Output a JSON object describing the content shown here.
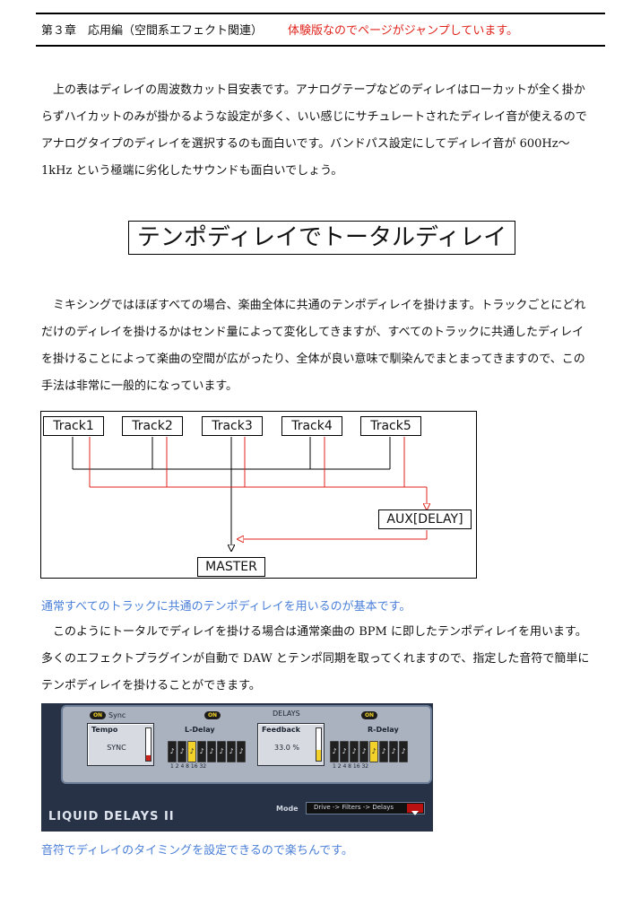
{
  "header": {
    "chapter": "第３章　応用編（空間系エフェクト関連）",
    "notice": "体験版なのでページがジャンプしています。"
  },
  "intro_paragraph": {
    "lines": [
      "上の表はディレイの周波数カット目安表です。アナログテープなどのディレイはローカットが全く掛か",
      "らずハイカットのみが掛かるような設定が多く、いい感じにサチュレートされたディレイ音が使えるので",
      "アナログタイプのディレイを選択するのも面白いです。バンドパス設定にしてディレイ音が 600Hz〜",
      "1kHz という極端に劣化したサウンドも面白いでしょう。"
    ]
  },
  "section_title": "テンポディレイでトータルディレイ",
  "paragraph2": {
    "lines": [
      "ミキシングではほぼすべての場合、楽曲全体に共通のテンポディレイを掛けます。トラックごとにどれ",
      "だけのディレイを掛けるかはセンド量によって変化してきますが、すべてのトラックに共通したディレイ",
      "を掛けることによって楽曲の空間が広がったり、全体が良い意味で馴染んでまとまってきますので、この",
      "手法は非常に一般的になっています。"
    ]
  },
  "diagram": {
    "tracks": [
      "Track1",
      "Track2",
      "Track3",
      "Track4",
      "Track5"
    ],
    "aux": "AUX[DELAY]",
    "master": "MASTER",
    "colors": {
      "dry": "#000000",
      "send": "#e0231c"
    }
  },
  "caption1": "通常すべてのトラックに共通のテンポディレイを用いるのが基本です。",
  "paragraph3": {
    "lines": [
      "このようにトータルでディレイを掛ける場合は通常楽曲の BPM に即したテンポディレイを用います。",
      "多くのエフェクトプラグインが自動で DAW とテンポ同期を取ってくれますので、指定した音符で簡単に",
      "テンポディレイを掛けることができます。"
    ]
  },
  "plugin": {
    "sync_on": "ON",
    "sync_label": "Sync",
    "delays_on": "ON",
    "delays_label": "DELAYS",
    "r_on": "ON",
    "tempo_label": "Tempo",
    "tempo_value": "SYNC",
    "l_delay_label": "L-Delay",
    "feedback_label": "Feedback",
    "feedback_value": "33.0 %",
    "feedback_level": 0.33,
    "r_delay_label": "R-Delay",
    "note_numbers": "1  2  4  8  16  32",
    "brand": "LIQUID DELAYS II",
    "mode_label": "Mode",
    "mode_value": "Drive -> Filters -> Delays",
    "note_icon": "note-icon"
  },
  "caption2": "音符でディレイのタイミングを設定できるので楽ちんです。"
}
